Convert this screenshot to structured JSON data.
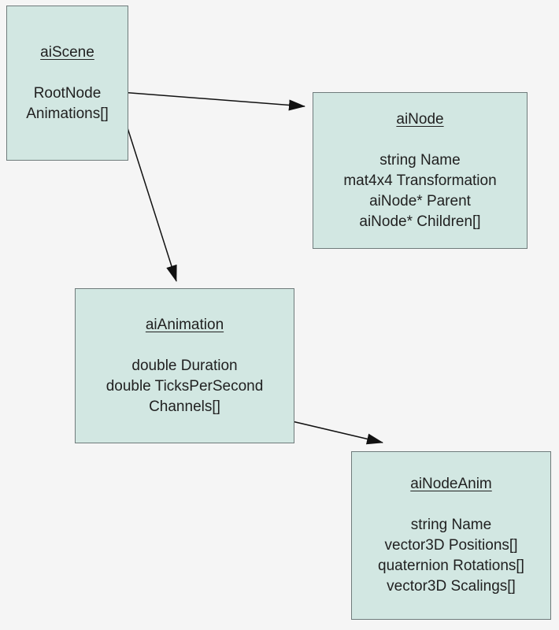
{
  "diagram": {
    "background_color": "#f5f5f5",
    "box_fill_color": "#d2e7e2",
    "box_border_color": "#6f7b7b",
    "text_color": "#212121",
    "arrow_color": "#111111",
    "classes": [
      {
        "title": "aiScene",
        "attributes": [
          "RootNode",
          "Animations[]"
        ]
      },
      {
        "title": "aiNode",
        "attributes": [
          "string Name",
          "mat4x4 Transformation",
          "aiNode* Parent",
          "aiNode* Children[]"
        ]
      },
      {
        "title": "aiAnimation",
        "attributes": [
          "double Duration",
          "double TicksPerSecond",
          "Channels[]"
        ]
      },
      {
        "title": "aiNodeAnim",
        "attributes": [
          "string Name",
          "vector3D Positions[]",
          "quaternion Rotations[]",
          "vector3D Scalings[]"
        ]
      }
    ],
    "relations": [
      {
        "from": "aiScene.RootNode",
        "to": "aiNode"
      },
      {
        "from": "aiScene.Animations[]",
        "to": "aiAnimation"
      },
      {
        "from": "aiAnimation.Channels[]",
        "to": "aiNodeAnim"
      }
    ]
  }
}
